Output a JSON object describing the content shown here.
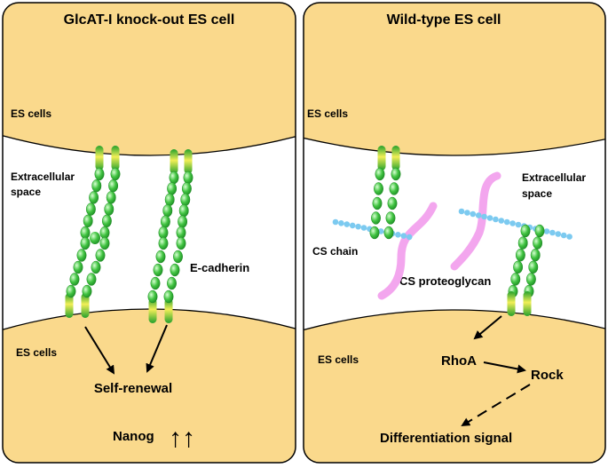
{
  "left_panel": {
    "title": "GlcAT-I knock-out ES cell",
    "top_cell_label": "ES cells",
    "space_label_1": "Extracellular",
    "space_label_2": "space",
    "protein_label": "E-cadherin",
    "bottom_cell_label": "ES cells",
    "outcome_label": "Self-renewal",
    "marker_label": "Nanog",
    "marker_arrows": "↑↑"
  },
  "right_panel": {
    "title": "Wild-type ES cell",
    "top_cell_label": "ES cells",
    "space_label_1": "Extracellular",
    "space_label_2": "space",
    "chain_label": "CS chain",
    "proteoglycan_label": "CS proteoglycan",
    "bottom_cell_label": "ES cells",
    "pathway_node_1": "RhoA",
    "pathway_node_2": "Rock",
    "pathway_output": "Differentiation signal"
  },
  "colors": {
    "cell_fill": "#FAD98C",
    "cadherin_bead": "#3DBE3D",
    "cadherin_anchor": "#C6DC2A",
    "cs_chain": "#7CCAF0",
    "proteoglycan": "#F3A6EE"
  }
}
